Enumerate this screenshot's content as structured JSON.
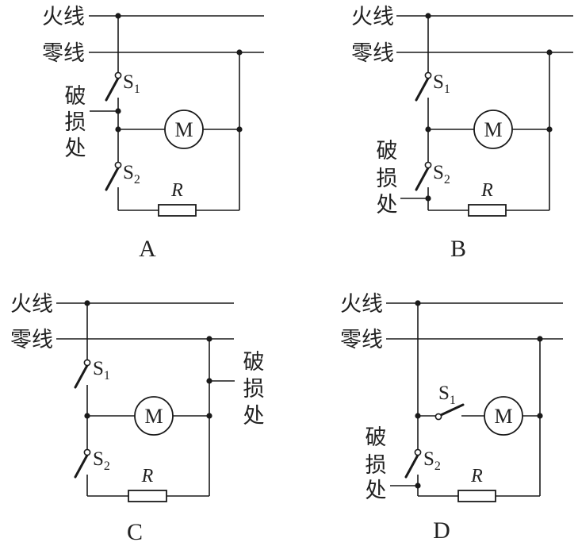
{
  "figure": {
    "line_labels": {
      "live": "火线",
      "neutral": "零线"
    },
    "damage_label_chars": [
      "破",
      "损",
      "处"
    ],
    "switch_prefix": "S",
    "switch1_sub": "1",
    "switch2_sub": "2",
    "motor_label": "M",
    "resistor_label": "R",
    "panels": [
      {
        "id": "A",
        "label": "A",
        "damage_location": "between S1 and motor branch junction (live side)"
      },
      {
        "id": "B",
        "label": "B",
        "damage_location": "below S2, before resistor (live side)"
      },
      {
        "id": "C",
        "label": "C",
        "damage_location": "neutral-side return wire above motor junction"
      },
      {
        "id": "D",
        "label": "D",
        "damage_location": "below S2, before resistor (live side); S1 in series with motor"
      }
    ]
  }
}
